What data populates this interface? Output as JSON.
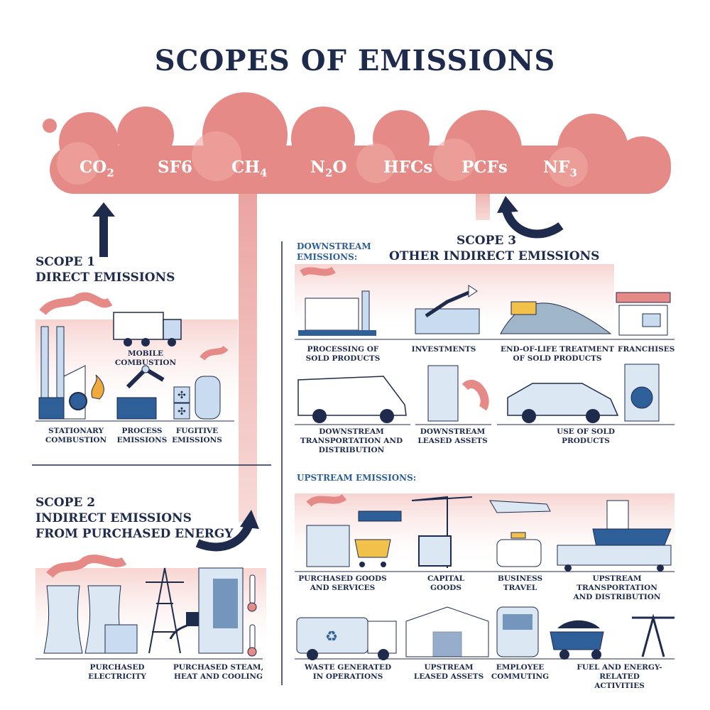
{
  "title": "SCOPES OF EMISSIONS",
  "gases": [
    {
      "main": "CO",
      "sub": "2"
    },
    {
      "main": "SF6",
      "sub": ""
    },
    {
      "main": "CH",
      "sub": "4"
    },
    {
      "main": "N",
      "sub": "2",
      "tail": "O"
    },
    {
      "main": "HFCs",
      "sub": ""
    },
    {
      "main": "PCFs",
      "sub": ""
    },
    {
      "main": "NF",
      "sub": "3"
    }
  ],
  "scope1": {
    "heading_line1": "SCOPE 1",
    "heading_line2": "DIRECT EMISSIONS",
    "items": [
      "MOBILE COMBUSTION",
      "STATIONARY\nCOMBUSTION",
      "PROCESS\nEMISSIONS",
      "FUGITIVE\nEMISSIONS"
    ]
  },
  "scope2": {
    "heading_line1": "SCOPE 2",
    "heading_line2": "INDIRECT EMISSIONS",
    "heading_line3": "FROM PURCHASED ENERGY",
    "items": [
      "PURCHASED\nELECTRICITY",
      "PURCHASED STEAM,\nHEAT AND COOLING"
    ]
  },
  "scope3": {
    "heading_line1": "SCOPE 3",
    "heading_line2": "OTHER INDIRECT EMISSIONS",
    "downstream_label": "DOWNSTREAM\nEMISSIONS:",
    "upstream_label": "UPSTREAM EMISSIONS:",
    "downstream_items": [
      "PROCESSING OF\nSOLD PRODUCTS",
      "INVESTMENTS",
      "END-OF-LIFE TREATMENT\nOF SOLD PRODUCTS",
      "FRANCHISES",
      "DOWNSTREAM\nTRANSPORTATION AND\nDISTRIBUTION",
      "DOWNSTREAM\nLEASED ASSETS",
      "USE OF SOLD\nPRODUCTS"
    ],
    "upstream_items": [
      "PURCHASED GOODS\nAND SERVICES",
      "CAPITAL\nGOODS",
      "BUSINESS\nTRAVEL",
      "UPSTREAM TRANSPORTATION\nAND DISTRIBUTION",
      "WASTE GENERATED\nIN OPERATIONS",
      "UPSTREAM\nLEASED ASSETS",
      "EMPLOYEE\nCOMMUTING",
      "FUEL AND ENERGY-RELATED\nACTIVITIES"
    ]
  },
  "colors": {
    "cloud": "#e58a86",
    "cloud_light": "#f1b3ad",
    "navy": "#1f2b4d",
    "blue": "#2f5f98",
    "light_blue": "#c9dcef",
    "haze": "#f7d9d6"
  },
  "icons": [
    "arrow-up-icon",
    "curved-arrow-icon",
    "factory-icon",
    "truck-icon",
    "gear-icon",
    "flame-icon",
    "robot-arm-icon",
    "fan-icon",
    "tank-icon",
    "cooling-tower-icon",
    "power-pylon-icon",
    "plug-icon",
    "building-icon",
    "thermometer-icon",
    "investment-chart-icon",
    "bulldozer-icon",
    "store-icon",
    "van-icon",
    "car-icon",
    "washing-machine-icon",
    "shopping-cart-icon",
    "crane-icon",
    "airplane-icon",
    "taxi-icon",
    "ship-icon",
    "train-icon",
    "garbage-truck-icon",
    "warehouse-icon",
    "bus-icon",
    "dump-truck-icon",
    "oil-pump-icon"
  ]
}
